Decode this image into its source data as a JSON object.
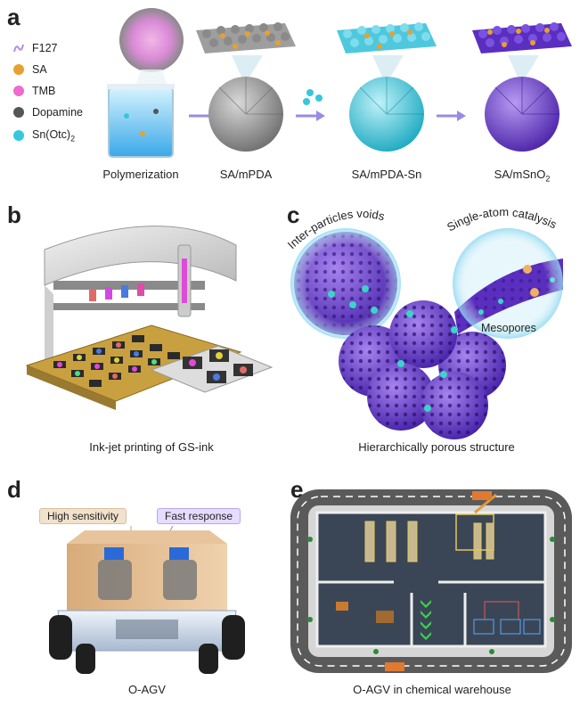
{
  "panels": {
    "a": {
      "label": "a",
      "legend": [
        {
          "name": "F127",
          "icon": "f127-chain-icon",
          "color": "#b58be0"
        },
        {
          "name": "SA",
          "icon": "sa-dot-icon",
          "color": "#e8a030"
        },
        {
          "name": "TMB",
          "icon": "tmb-dot-icon",
          "color": "#f06ad0"
        },
        {
          "name": "Dopamine",
          "icon": "dopamine-dot-icon",
          "color": "#555555"
        },
        {
          "name": "Sn(Otc)",
          "sub": "2",
          "icon": "sn-dot-icon",
          "color": "#35c8dc"
        }
      ],
      "steps": [
        {
          "name": "Polymerization"
        },
        {
          "name": "SA/mPDA"
        },
        {
          "name": "SA/mPDA-Sn"
        },
        {
          "name": "SA/mSnO",
          "sub": "2"
        }
      ]
    },
    "b": {
      "label": "b",
      "caption": "Ink-jet printing of GS-ink"
    },
    "c": {
      "label": "c",
      "caption": "Hierarchically  porous structure",
      "callouts": {
        "voids": "Inter-particles voids",
        "single_atom": "Single-atom catalysis",
        "mesopores": "Mesopores"
      }
    },
    "d": {
      "label": "d",
      "caption": "O-AGV",
      "tags": {
        "sensitivity": "High sensitivity",
        "response": "Fast response"
      }
    },
    "e": {
      "label": "e",
      "caption": "O-AGV in chemical warehouse"
    }
  },
  "colors": {
    "purple": "#6b3fd0",
    "cyan": "#35c8dc",
    "gray_sphere": "#8a8a8a",
    "sa_orange": "#e8a030",
    "arrow": "#9a8ae6"
  }
}
